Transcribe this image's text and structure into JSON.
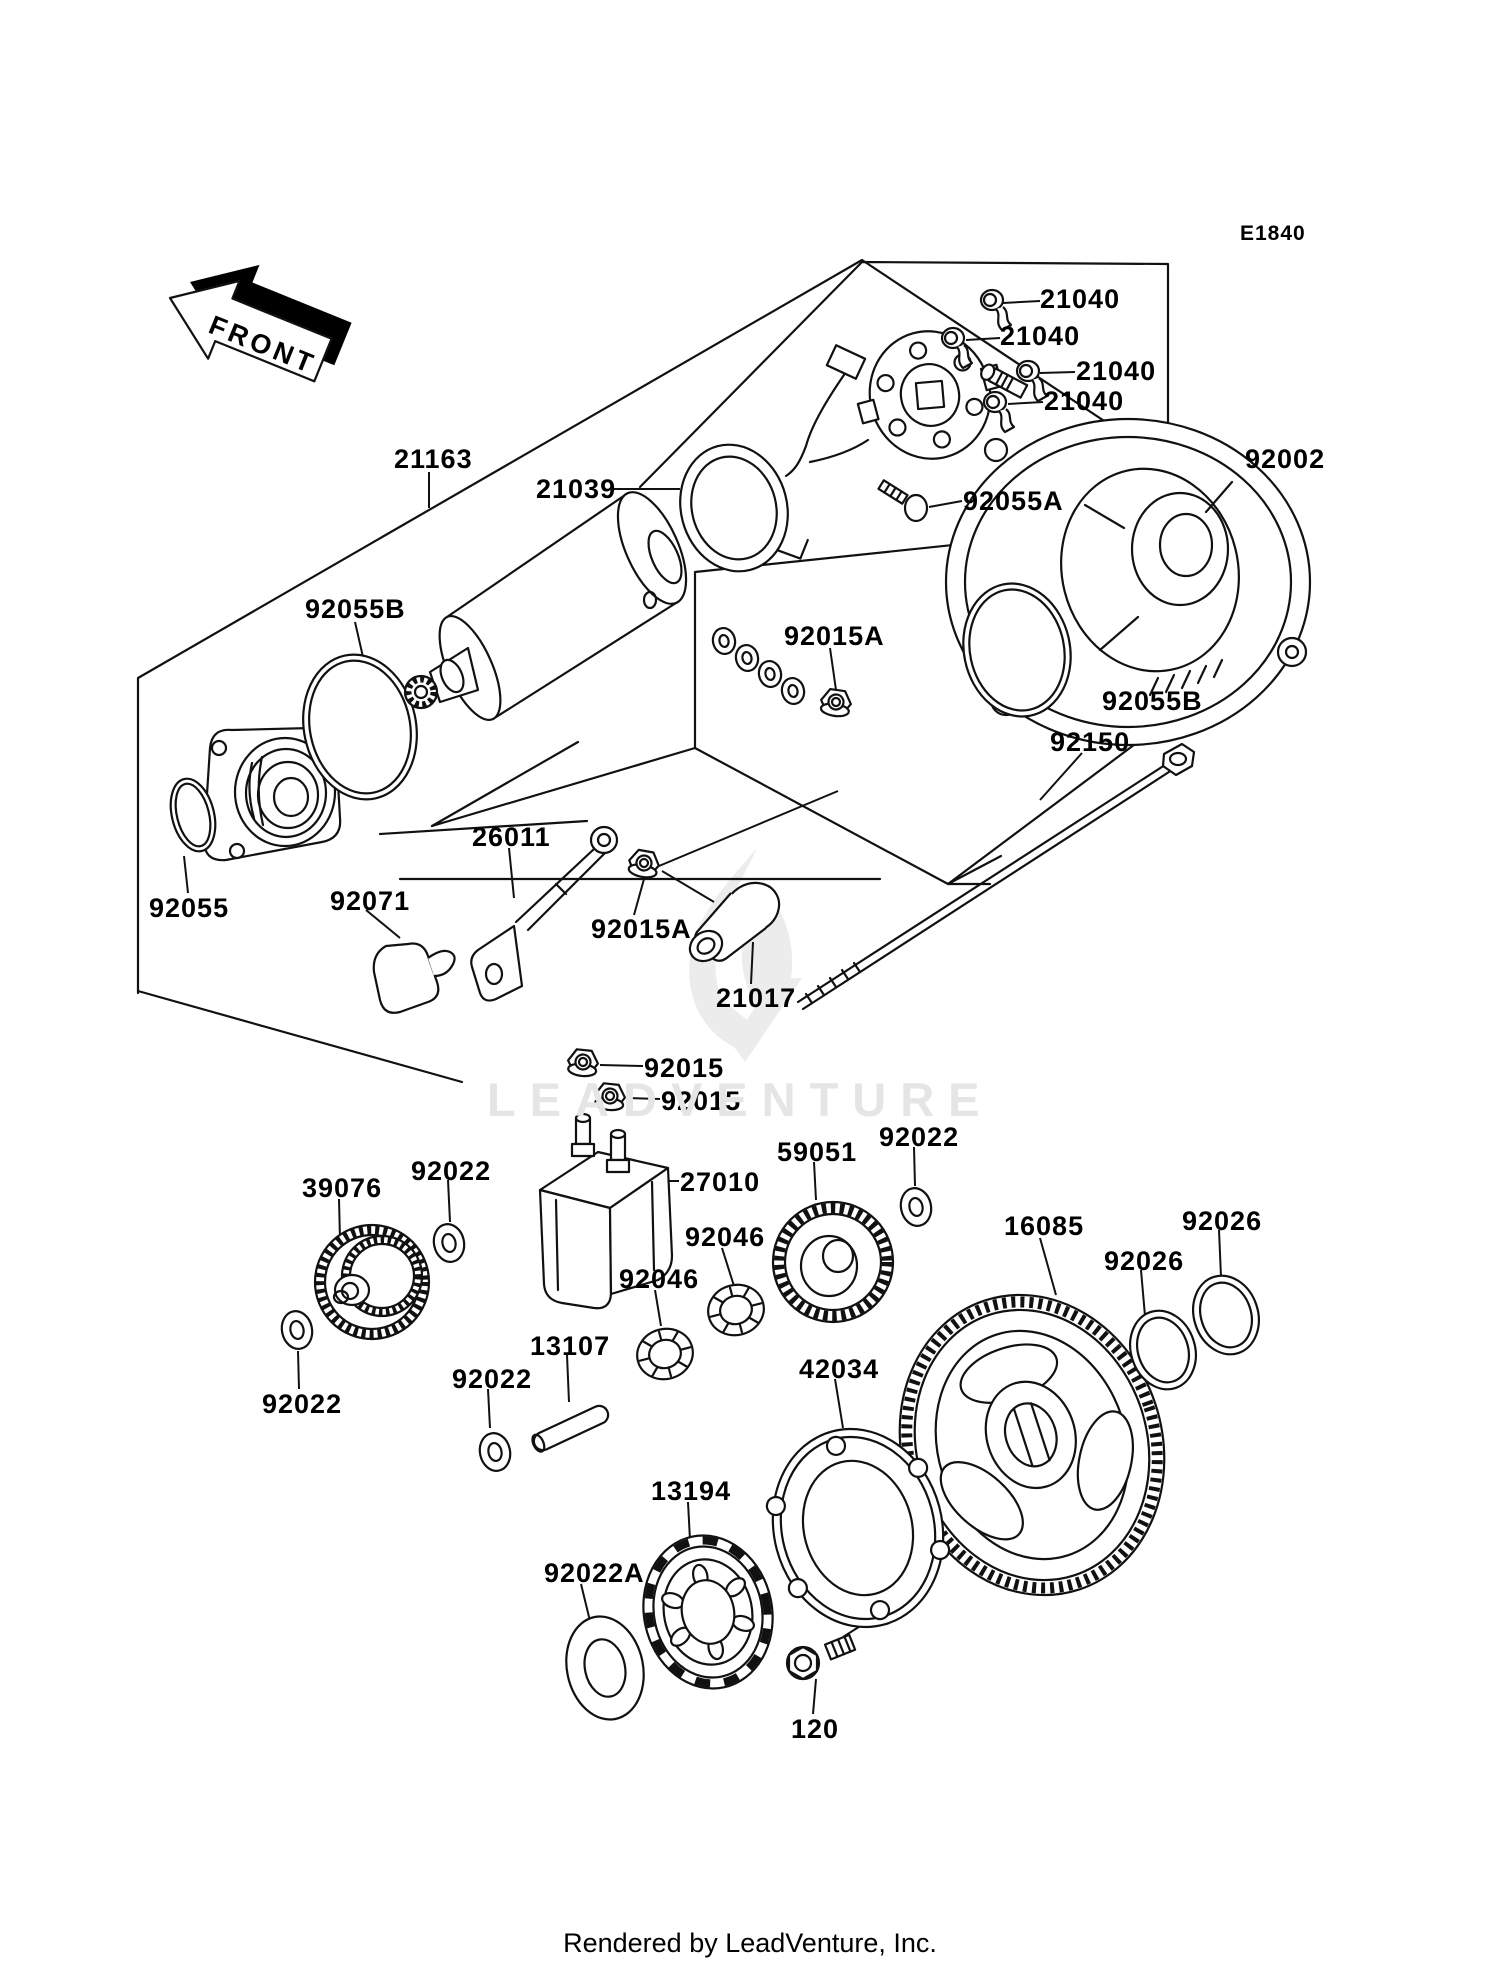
{
  "doc": {
    "code": "E1840",
    "front_label": "FRONT",
    "watermark": "LEADVENTURE",
    "footer": "Rendered by LeadVenture, Inc."
  },
  "labels": [
    {
      "text": "21040"
    },
    {
      "text": "21040"
    },
    {
      "text": "21040"
    },
    {
      "text": "21040"
    },
    {
      "text": "92002"
    },
    {
      "text": "21163"
    },
    {
      "text": "21039"
    },
    {
      "text": "92055B"
    },
    {
      "text": "92055A"
    },
    {
      "text": "92015A"
    },
    {
      "text": "92055B"
    },
    {
      "text": "92150"
    },
    {
      "text": "92055"
    },
    {
      "text": "92071"
    },
    {
      "text": "26011"
    },
    {
      "text": "92015A"
    },
    {
      "text": "21017"
    },
    {
      "text": "92015"
    },
    {
      "text": "92015"
    },
    {
      "text": "92022"
    },
    {
      "text": "39076"
    },
    {
      "text": "27010"
    },
    {
      "text": "59051"
    },
    {
      "text": "92022"
    },
    {
      "text": "16085"
    },
    {
      "text": "92026"
    },
    {
      "text": "92026"
    },
    {
      "text": "92046"
    },
    {
      "text": "92046"
    },
    {
      "text": "92022"
    },
    {
      "text": "13107"
    },
    {
      "text": "92022"
    },
    {
      "text": "42034"
    },
    {
      "text": "13194"
    },
    {
      "text": "92022A"
    },
    {
      "text": "120"
    }
  ]
}
